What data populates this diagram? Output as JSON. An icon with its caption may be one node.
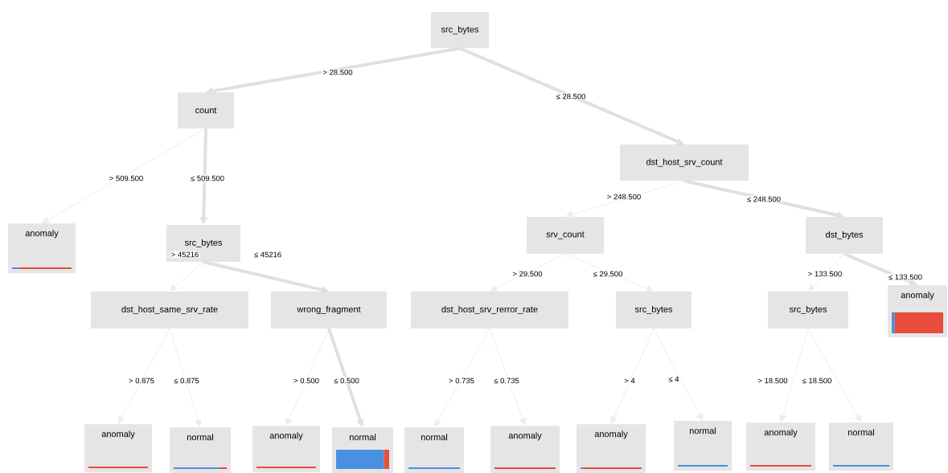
{
  "diagram": {
    "nodes": [
      {
        "text": [
          "src_bytes"
        ]
      },
      {
        "text": [
          "count"
        ]
      },
      {
        "text": [
          "dst_host_srv_count"
        ]
      },
      {
        "text": [
          "anomaly"
        ]
      },
      {
        "text": [
          "src_bytes"
        ]
      },
      {
        "text": [
          "srv_count"
        ]
      },
      {
        "text": [
          "dst_bytes"
        ]
      },
      {
        "text": [
          "dst_host_same_srv_rate"
        ]
      },
      {
        "text": [
          "wrong_fragment"
        ]
      },
      {
        "text": [
          "dst_host_srv_rerror_rate"
        ]
      },
      {
        "text": [
          "src_bytes"
        ]
      },
      {
        "text": [
          "src_bytes"
        ]
      },
      {
        "text": [
          "anomaly"
        ]
      },
      {
        "text": [
          "anomaly"
        ]
      },
      {
        "text": [
          "normal"
        ]
      },
      {
        "text": [
          "anomaly"
        ]
      },
      {
        "text": [
          "normal"
        ]
      },
      {
        "text": [
          "normal"
        ]
      },
      {
        "text": [
          "anomaly"
        ]
      },
      {
        "text": [
          "anomaly"
        ]
      },
      {
        "text": [
          "normal"
        ]
      },
      {
        "text": [
          "anomaly"
        ]
      },
      {
        "text": [
          "normal"
        ]
      }
    ],
    "edges": [
      {
        "from": 0,
        "to": 1,
        "arrow": "to",
        "label": "> 28.500",
        "style": "thick"
      },
      {
        "from": 0,
        "to": 2,
        "arrow": "to",
        "label": "≤ 28.500",
        "style": "thick"
      },
      {
        "from": 1,
        "to": 3,
        "arrow": "to",
        "label": "> 509.500"
      },
      {
        "from": 1,
        "to": 4,
        "arrow": "to",
        "label": "≤ 509.500",
        "style": "thick"
      },
      {
        "from": 2,
        "to": 5,
        "arrow": "to",
        "label": "> 248.500"
      },
      {
        "from": 2,
        "to": 6,
        "arrow": "to",
        "label": "≤ 248.500",
        "style": "thick"
      },
      {
        "from": 4,
        "to": 7,
        "arrow": "to",
        "label": "> 45216"
      },
      {
        "from": 4,
        "to": 8,
        "arrow": "to",
        "label": "≤ 45216",
        "style": "thick"
      },
      {
        "from": 5,
        "to": 9,
        "arrow": "to",
        "label": "> 29.500"
      },
      {
        "from": 5,
        "to": 10,
        "arrow": "to",
        "label": "≤ 29.500"
      },
      {
        "from": 6,
        "to": 11,
        "arrow": "to",
        "label": "> 133.500"
      },
      {
        "from": 6,
        "to": 12,
        "arrow": "to",
        "label": "≤ 133.500",
        "style": "thick"
      },
      {
        "from": 7,
        "to": 13,
        "arrow": "to",
        "label": "> 0.875"
      },
      {
        "from": 7,
        "to": 14,
        "arrow": "to",
        "label": "≤ 0.875"
      },
      {
        "from": 8,
        "to": 15,
        "arrow": "to",
        "label": "> 0.500"
      },
      {
        "from": 8,
        "to": 16,
        "arrow": "to",
        "label": "≤ 0.500",
        "style": "thick"
      },
      {
        "from": 9,
        "to": 17,
        "arrow": "to",
        "label": "> 0.735"
      },
      {
        "from": 9,
        "to": 18,
        "arrow": "to",
        "label": "≤ 0.735"
      },
      {
        "from": 10,
        "to": 19,
        "arrow": "to",
        "label": "> 4"
      },
      {
        "from": 10,
        "to": 20,
        "arrow": "to",
        "label": "≤ 4"
      },
      {
        "from": 11,
        "to": 21,
        "arrow": "to",
        "label": "> 18.500"
      },
      {
        "from": 11,
        "to": 22,
        "arrow": "to",
        "label": "≤ 18.500"
      }
    ]
  }
}
